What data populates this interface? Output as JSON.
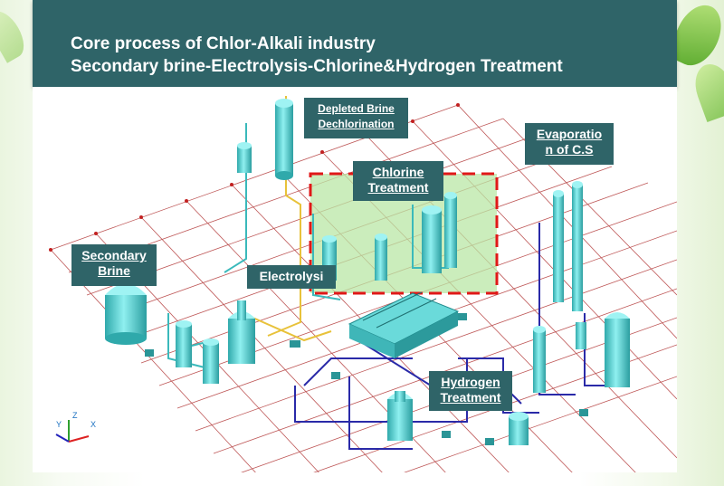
{
  "header": {
    "title_line1": "Core process of Chlor-Alkali industry",
    "title_line2": "Secondary brine-Electrolysis-Chlorine&Hydrogen Treatment"
  },
  "labels": {
    "depleted_brine": {
      "line1": "Depleted Brine",
      "line2": "Dechlorination"
    },
    "chlorine": {
      "line1": "Chlorine",
      "line2": "Treatment"
    },
    "evaporation": {
      "line1": "Evaporatio",
      "line2": "n of C.S"
    },
    "secondary_brine": {
      "line1": "Secondary",
      "line2": "Brine"
    },
    "electrolysis": {
      "line1": "Electrolysi"
    },
    "hydrogen": {
      "line1": "Hydrogen",
      "line2": "Treatment"
    }
  },
  "axis": {
    "z": "Z",
    "y": "Y",
    "x": "X"
  },
  "colors": {
    "header_bg": "#2f6468",
    "equipment": "#5fd6d6",
    "grid": "#b33a3a",
    "highlight_fill": "#b9e7a6",
    "highlight_border": "#e01818",
    "pipe_blue": "#2a2aa8",
    "pipe_yellow": "#e8c23a"
  }
}
